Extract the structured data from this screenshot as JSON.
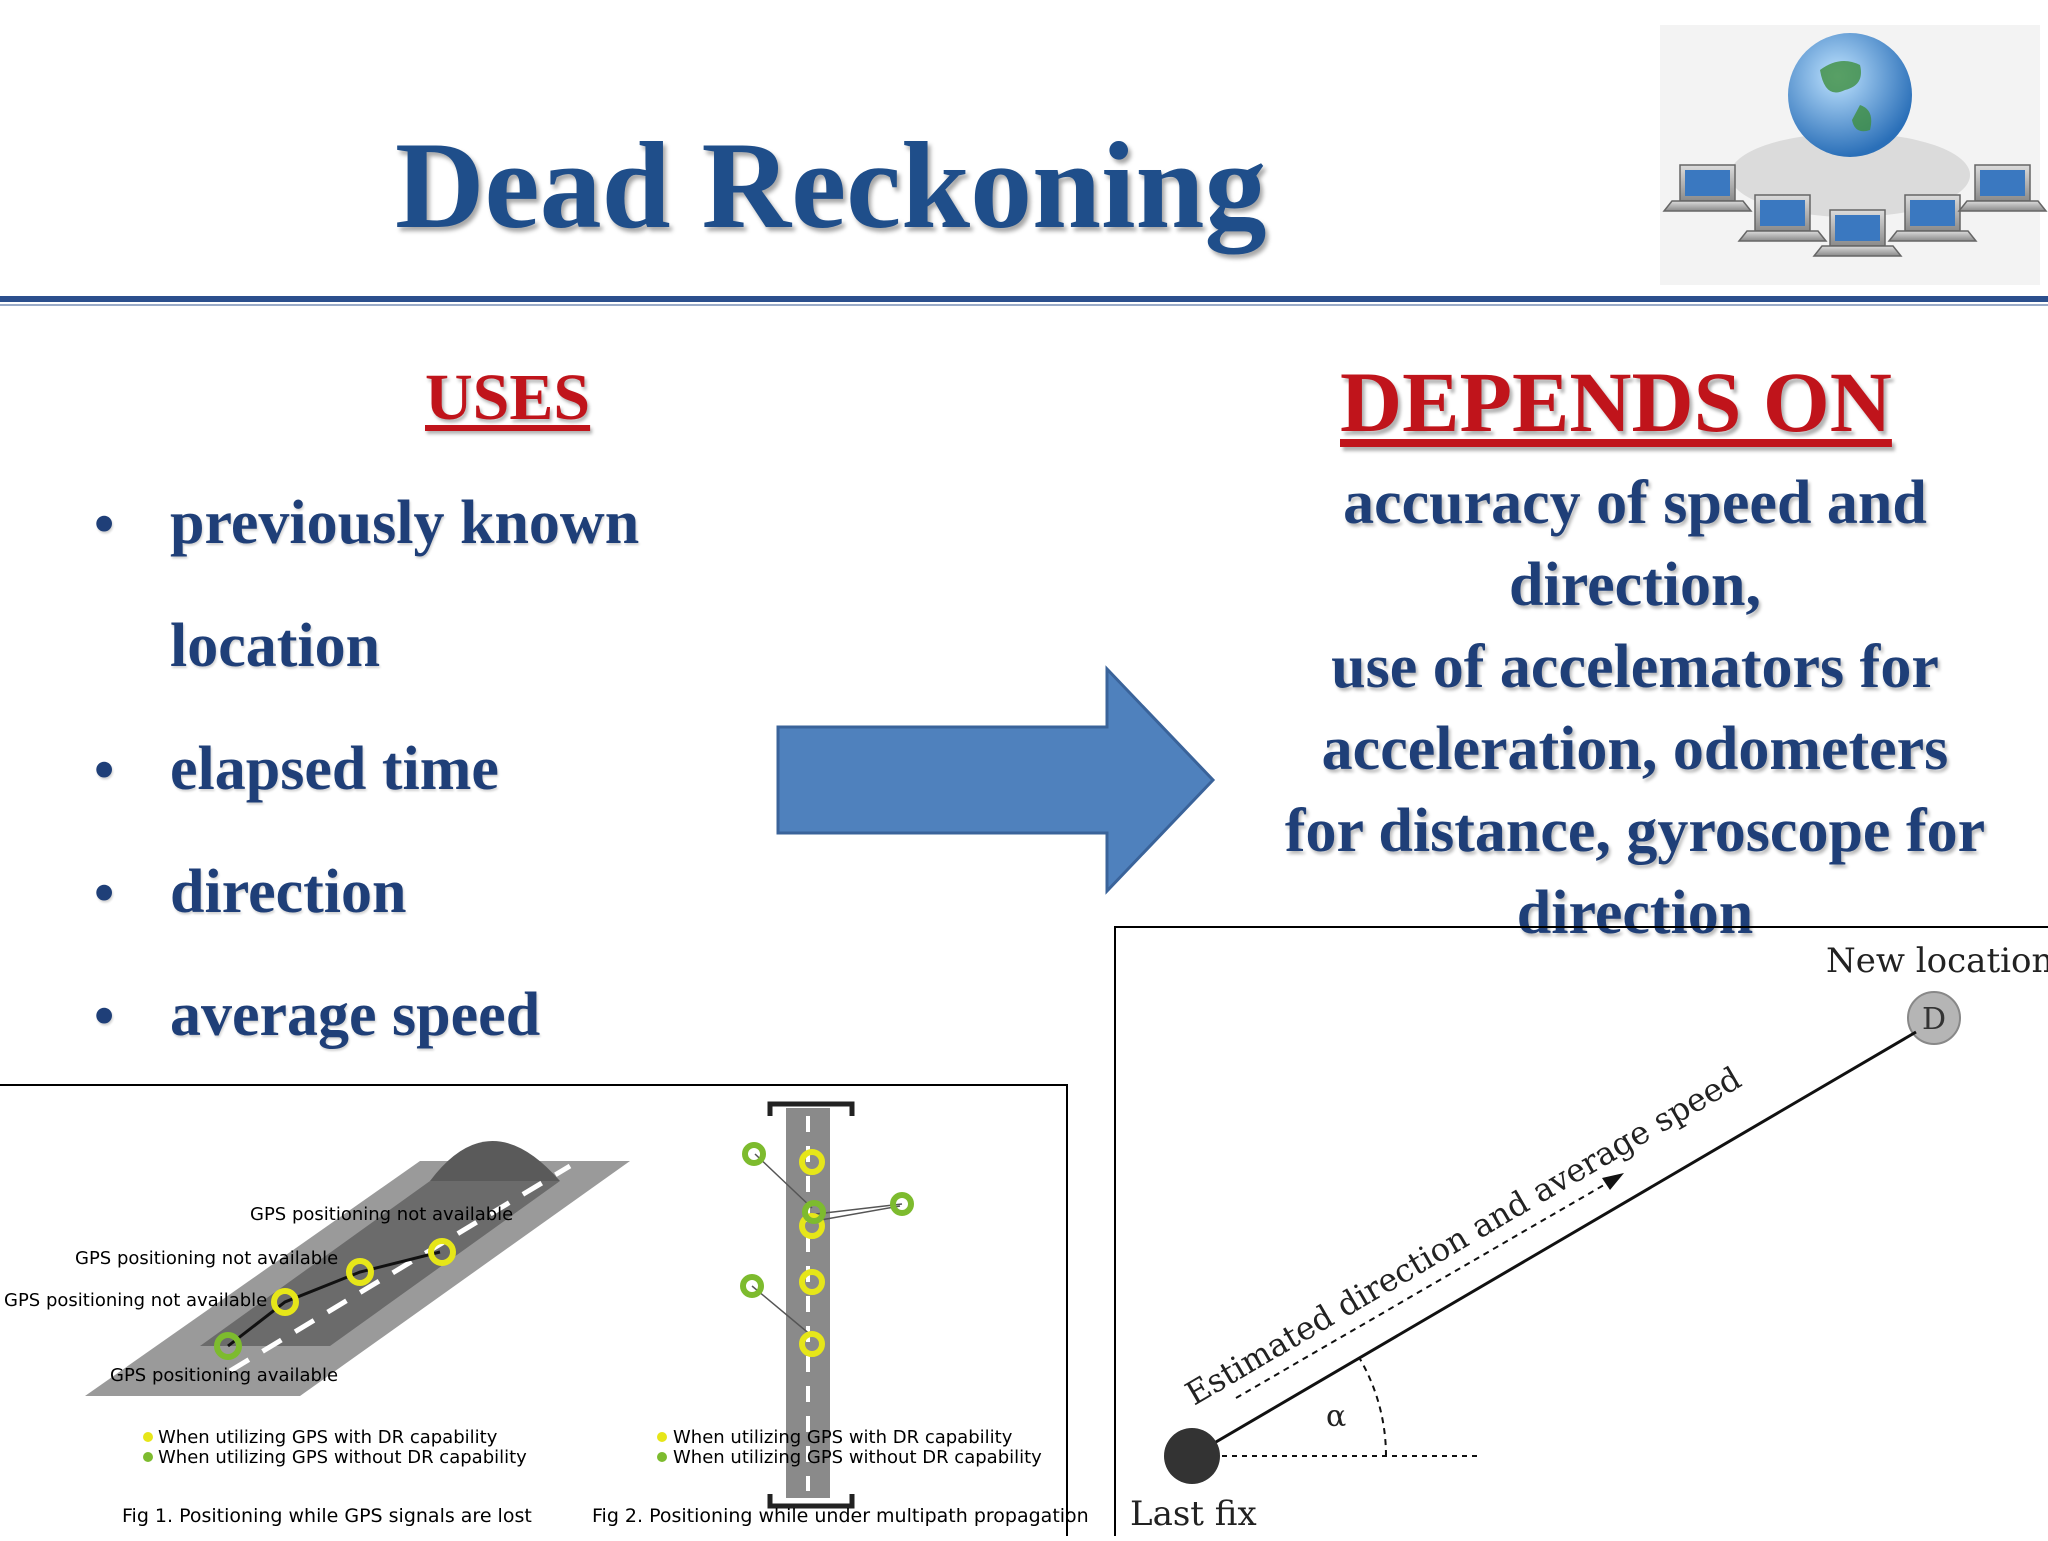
{
  "title": "Dead Reckoning",
  "uses": {
    "heading": "USES",
    "items": [
      {
        "text": "previously known",
        "bullet": true
      },
      {
        "text": "location",
        "bullet": false
      },
      {
        "text": "elapsed time",
        "bullet": true
      },
      {
        "text": "direction",
        "bullet": true
      },
      {
        "text": "average speed",
        "bullet": true
      }
    ]
  },
  "depends_on": {
    "heading": "DEPENDS ON",
    "lines": [
      "accuracy of  speed and",
      "direction,",
      "use of accelemators for",
      "acceleration, odometers",
      "for distance, gyroscope for",
      "direction"
    ]
  },
  "fig_left": {
    "label_not_available_1": "GPS positioning not available",
    "label_not_available_2": "GPS positioning not available",
    "label_not_available_3": "GPS positioning not available",
    "label_available": "GPS positioning available",
    "legend_with_dr_1": "When utilizing GPS with DR capability",
    "legend_without_dr_1": "When utilizing GPS without DR capability",
    "legend_with_dr_2": "When utilizing GPS with DR capability",
    "legend_without_dr_2": "When utilizing GPS without DR capability",
    "caption_1": "Fig 1. Positioning while GPS signals are lost",
    "caption_2": "Fig 2. Positioning while under multipath propagation",
    "colors": {
      "yellow": "#e6e619",
      "green": "#7dbb2e"
    }
  },
  "fig_right": {
    "new_location": "New location",
    "d_marker": "D",
    "path_label": "Estimated direction and average speed",
    "alpha": "α",
    "last_fix": "Last fix"
  },
  "colors": {
    "title": "#1f4e8a",
    "heading_red": "#c0141b",
    "body_blue": "#1f3f78",
    "arrow": "#4f81bd"
  }
}
